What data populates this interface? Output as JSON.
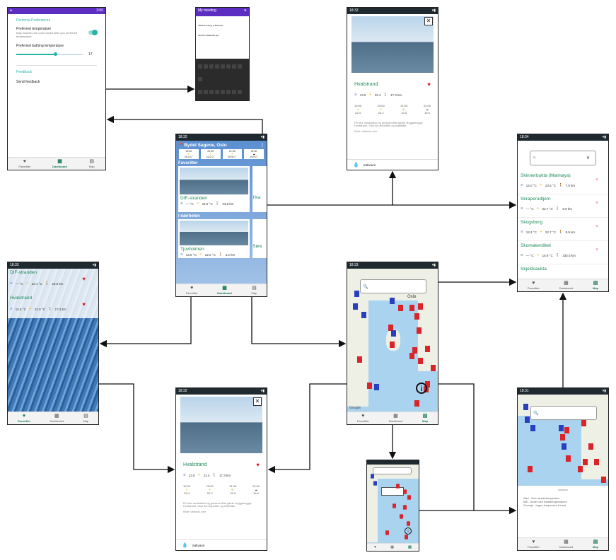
{
  "settings": {
    "status_time": "3:00",
    "section_personal": "Personal Preferences",
    "pref_temp_label": "Preferred temperature",
    "pref_temp_desc": "Map markers are color coded after you preferred temperature",
    "bathing_temp_label": "Preferred bathing temperature",
    "bathing_temp_value": "17",
    "bathing_temp_fraction": 0.58,
    "section_feedback": "Feedback",
    "send_feedback": "Send feedback"
  },
  "email": {
    "to_label": "My meeting",
    "body_line1": "Tilbakemelding til Badeaid:",
    "body_line2": "Sendt fra Badeaid app"
  },
  "nav": {
    "favorites": "Favoritter",
    "dashboard": "Dashboard",
    "map": "Map"
  },
  "dashboard": {
    "status_time": "18:32",
    "location": "Bydel Sagene, Oslo",
    "forecast": [
      {
        "time": "19:00",
        "temp": "20.4 C°"
      },
      {
        "time": "20:00",
        "temp": "22.2 C°"
      },
      {
        "time": "21:00",
        "temp": "20.5 C°"
      },
      {
        "time": "22:00",
        "temp": "19.5 C°"
      }
    ],
    "favorites_header": "Favoritter",
    "favorite_name": "DIF-stranden",
    "favorite_water": "— °C",
    "favorite_air": "22.5 °C",
    "favorite_dist": "23.6 km",
    "favorite_next": "Hva",
    "nearby_header": "I nærheten",
    "nearby_name": "Tjuvholmen",
    "nearby_water": "13.5 °C",
    "nearby_air": "22.5 °C",
    "nearby_dist": "3.2 km",
    "nearby_next": "Søre"
  },
  "detail": {
    "status_time": "18:32",
    "name": "Hvalstrand",
    "water": "13.5",
    "air": "22.4",
    "dist": "17.3 km",
    "hours": [
      "19:00",
      "20:00",
      "21:00",
      "22:00"
    ],
    "temps": [
      "22.4",
      "22.2",
      "20.5",
      "19.5"
    ],
    "description": "Fin stor sandstrand og gressområde gamle bryggebrygge Hvalstrand. Stort fint stupetårn og badeflåte.",
    "source": "Kilde: visitoslo.com",
    "footer_label": "Saltvann"
  },
  "favorites": {
    "status_time": "18:33",
    "items": [
      {
        "name": "DIF-stranden",
        "water": "— °C",
        "air": "22.1 °C",
        "dist": "23.6 km"
      },
      {
        "name": "Hvalstrand",
        "water": "13.5 °C",
        "air": "22.0 °C",
        "dist": "17.3 km"
      }
    ]
  },
  "search_list": {
    "status_time": "18:34",
    "items": [
      {
        "name": "Skinnerbukta (Malmøya)",
        "water": "14.0 °C",
        "air": "23.5 °C",
        "dist": "7.0 km"
      },
      {
        "name": "Skraperudtjern",
        "water": "— °C",
        "air": "22.7 °C",
        "dist": "8.9 km"
      },
      {
        "name": "Skogsborg",
        "water": "13.3 °C",
        "air": "22.7 °C",
        "dist": "8.9 km"
      },
      {
        "name": "Skomakerdiket",
        "water": "— °C",
        "air": "15.9 °C",
        "dist": "332.5 km"
      },
      {
        "name": "Skjoldsaukta",
        "water": "",
        "air": "",
        "dist": ""
      }
    ]
  },
  "map_main": {
    "status_time": "18:33",
    "city": "Oslo",
    "google": "Google"
  },
  "map_info": {
    "status_time": "18:31",
    "info_text": "Rød - Over ønsketemperatur\nBlå - Under den badetemperaturen\nOransje - Ingen temperatur funnet"
  },
  "colors": {
    "accent": "#26b3a8",
    "title_green": "#1c8a5a",
    "heart": "#d42020",
    "pin_red": "#d9242b",
    "pin_blue": "#2a3fbf",
    "status_purple": "#5c2fc2"
  }
}
